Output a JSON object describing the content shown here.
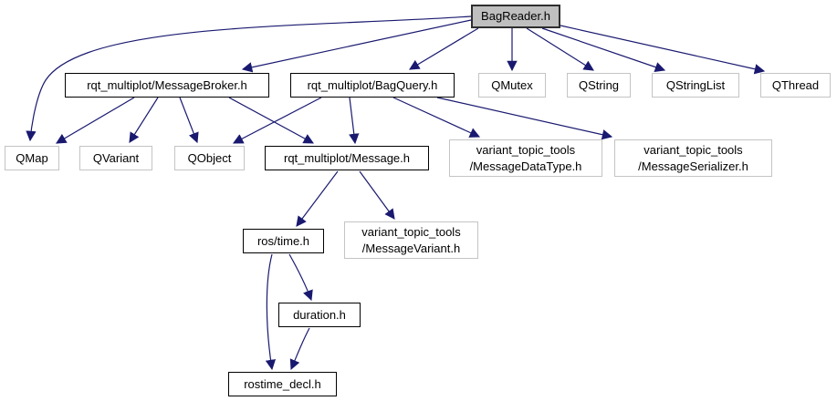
{
  "diagram": {
    "type": "include-dependency-graph",
    "colors": {
      "background": "#ffffff",
      "edge": "#191970",
      "text": "#000000",
      "highlight_node_fill": "#bfbfbf",
      "linked_node_border": "#000000",
      "plain_node_border": "#c4c4c4"
    },
    "nodes": {
      "bagreader": {
        "label": "BagReader.h",
        "highlighted": true
      },
      "messagebroker": {
        "label": "rqt_multiplot/MessageBroker.h"
      },
      "bagquery": {
        "label": "rqt_multiplot/BagQuery.h"
      },
      "qmutex": {
        "label": "QMutex"
      },
      "qstring": {
        "label": "QString"
      },
      "qstringlist": {
        "label": "QStringList"
      },
      "qthread": {
        "label": "QThread"
      },
      "qmap": {
        "label": "QMap"
      },
      "qvariant": {
        "label": "QVariant"
      },
      "qobject": {
        "label": "QObject"
      },
      "message": {
        "label": "rqt_multiplot/Message.h"
      },
      "messagedatatype": {
        "label": "variant_topic_tools\n/MessageDataType.h"
      },
      "messageserializer": {
        "label": "variant_topic_tools\n/MessageSerializer.h"
      },
      "rostime": {
        "label": "ros/time.h"
      },
      "messagevariant": {
        "label": "variant_topic_tools\n/MessageVariant.h"
      },
      "duration": {
        "label": "duration.h"
      },
      "rostimedecl": {
        "label": "rostime_decl.h"
      }
    },
    "edges": [
      {
        "from": "bagreader",
        "to": "messagebroker"
      },
      {
        "from": "bagreader",
        "to": "bagquery"
      },
      {
        "from": "bagreader",
        "to": "qmutex"
      },
      {
        "from": "bagreader",
        "to": "qstring"
      },
      {
        "from": "bagreader",
        "to": "qstringlist"
      },
      {
        "from": "bagreader",
        "to": "qthread"
      },
      {
        "from": "bagreader",
        "to": "qmap"
      },
      {
        "from": "messagebroker",
        "to": "qmap"
      },
      {
        "from": "messagebroker",
        "to": "qvariant"
      },
      {
        "from": "messagebroker",
        "to": "qobject"
      },
      {
        "from": "messagebroker",
        "to": "message"
      },
      {
        "from": "bagquery",
        "to": "qobject"
      },
      {
        "from": "bagquery",
        "to": "message"
      },
      {
        "from": "bagquery",
        "to": "messagedatatype"
      },
      {
        "from": "bagquery",
        "to": "messageserializer"
      },
      {
        "from": "message",
        "to": "rostime"
      },
      {
        "from": "message",
        "to": "messagevariant"
      },
      {
        "from": "rostime",
        "to": "duration"
      },
      {
        "from": "rostime",
        "to": "rostimedecl"
      },
      {
        "from": "duration",
        "to": "rostimedecl"
      }
    ]
  }
}
